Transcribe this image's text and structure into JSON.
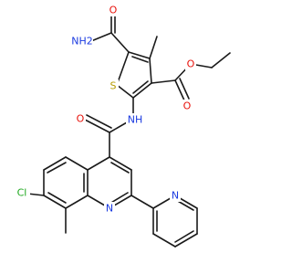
{
  "molecule": {
    "atom_colors": {
      "O": "#e8120b",
      "N": "#1a3ae0",
      "S": "#b59a00",
      "Cl": "#1ea81e",
      "C": "#1a1a1a"
    },
    "labels": {
      "nh2": "NH2",
      "o_amide_top": "O",
      "s_ring": "S",
      "o_ester_carbonyl": "O",
      "o_ester_ether": "O",
      "nh_link": "NH",
      "o_amide_mid": "O",
      "cl": "Cl",
      "n_quinoline": "N",
      "n_pyridine": "N"
    }
  }
}
